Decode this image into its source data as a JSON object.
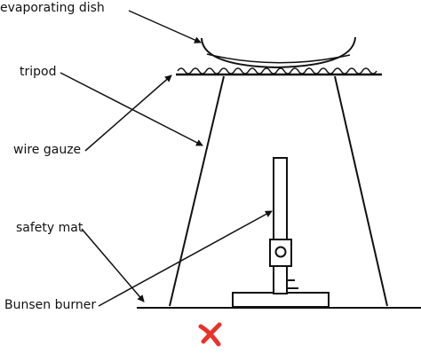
{
  "labels": {
    "evaporating_dish": "evaporating dish",
    "tripod": "tripod",
    "wire_gauze": "wire gauze",
    "safety_mat": "safety mat",
    "bunsen_burner": "Bunsen burner"
  },
  "colors": {
    "line": "#111111",
    "cross": "#e8332a"
  },
  "icons": {
    "cross_mark": "red-x-cross-icon"
  }
}
